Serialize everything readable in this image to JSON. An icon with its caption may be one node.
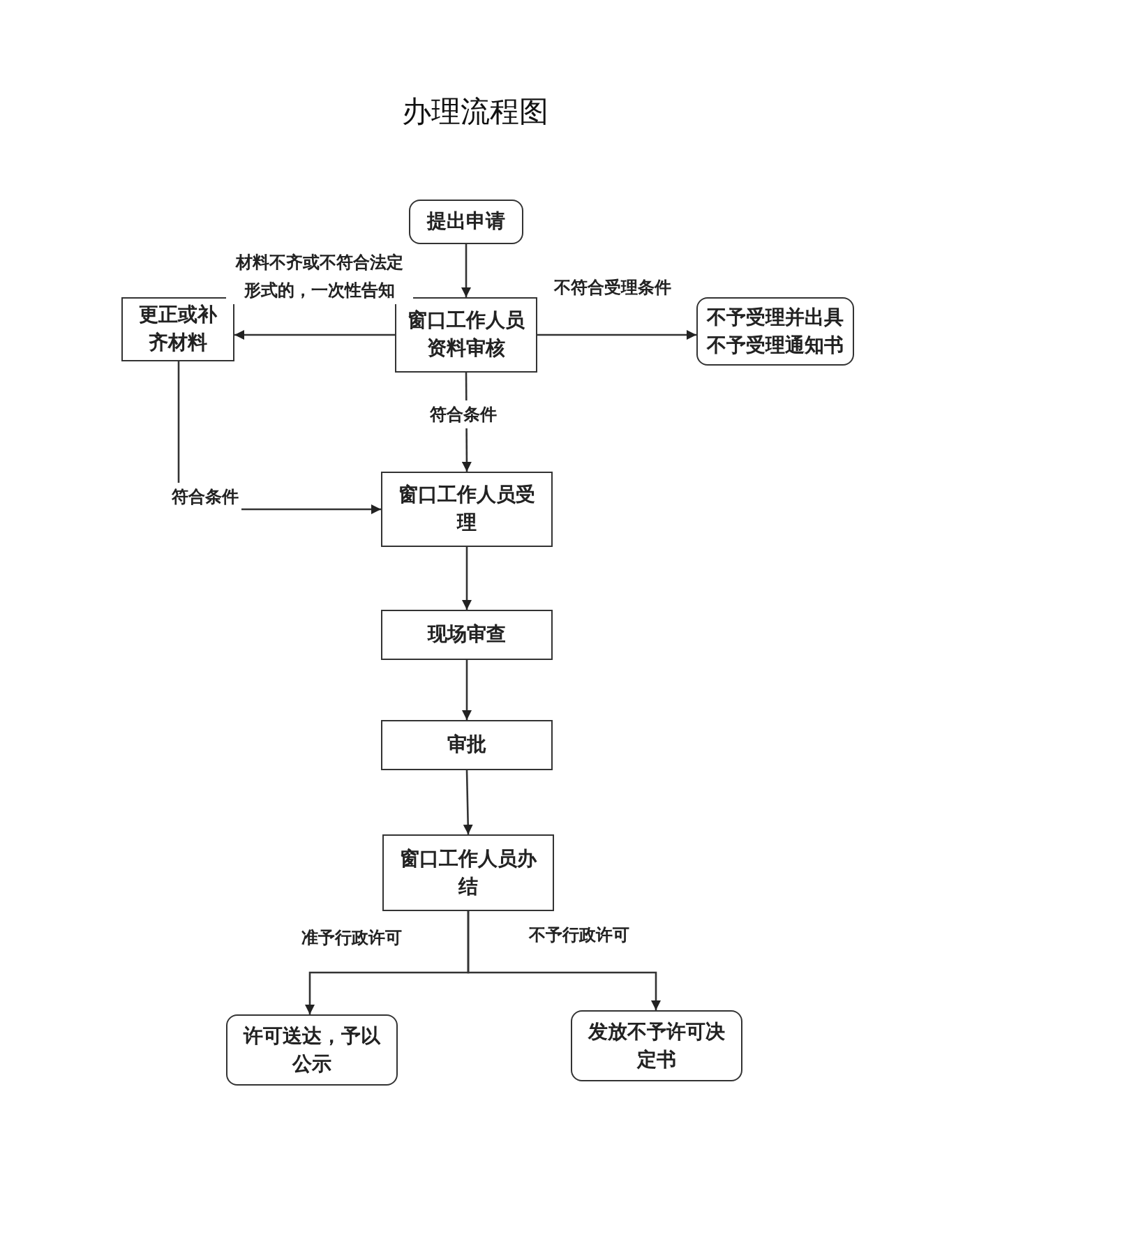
{
  "diagram": {
    "title": "办理流程图",
    "nodes": [
      {
        "text": [
          "提出申请"
        ]
      },
      {
        "text": [
          "窗口工作人员资料审核"
        ]
      },
      {
        "text": [
          "更正或补齐材料"
        ]
      },
      {
        "text": [
          "不予受理并出具不予受理通知书"
        ]
      },
      {
        "text": [
          "窗口工作人员受理"
        ]
      },
      {
        "text": [
          "现场审查"
        ]
      },
      {
        "text": [
          "审批"
        ]
      },
      {
        "text": [
          "窗口工作人员办结"
        ]
      },
      {
        "text": [
          "许可送达，予以公示"
        ]
      },
      {
        "text": [
          "发放不予许可决定书"
        ]
      }
    ],
    "edges": [
      {
        "from": 0,
        "to": 1,
        "arrow": "to"
      },
      {
        "from": 1,
        "to": 2,
        "arrow": "to",
        "label": "材料不齐或不符合法定形式的，一次性告知"
      },
      {
        "from": 1,
        "to": 3,
        "arrow": "to",
        "label": "不符合受理条件"
      },
      {
        "from": 1,
        "to": 4,
        "arrow": "to",
        "label": "符合条件"
      },
      {
        "from": 2,
        "to": 4,
        "arrow": "to",
        "label": "符合条件"
      },
      {
        "from": 4,
        "to": 5,
        "arrow": "to"
      },
      {
        "from": 5,
        "to": 6,
        "arrow": "to"
      },
      {
        "from": 6,
        "to": 7,
        "arrow": "to"
      },
      {
        "from": 7,
        "to": 8,
        "arrow": "to",
        "label": "准予行政许可"
      },
      {
        "from": 7,
        "to": 9,
        "arrow": "to",
        "label": "不予行政许可"
      }
    ]
  }
}
